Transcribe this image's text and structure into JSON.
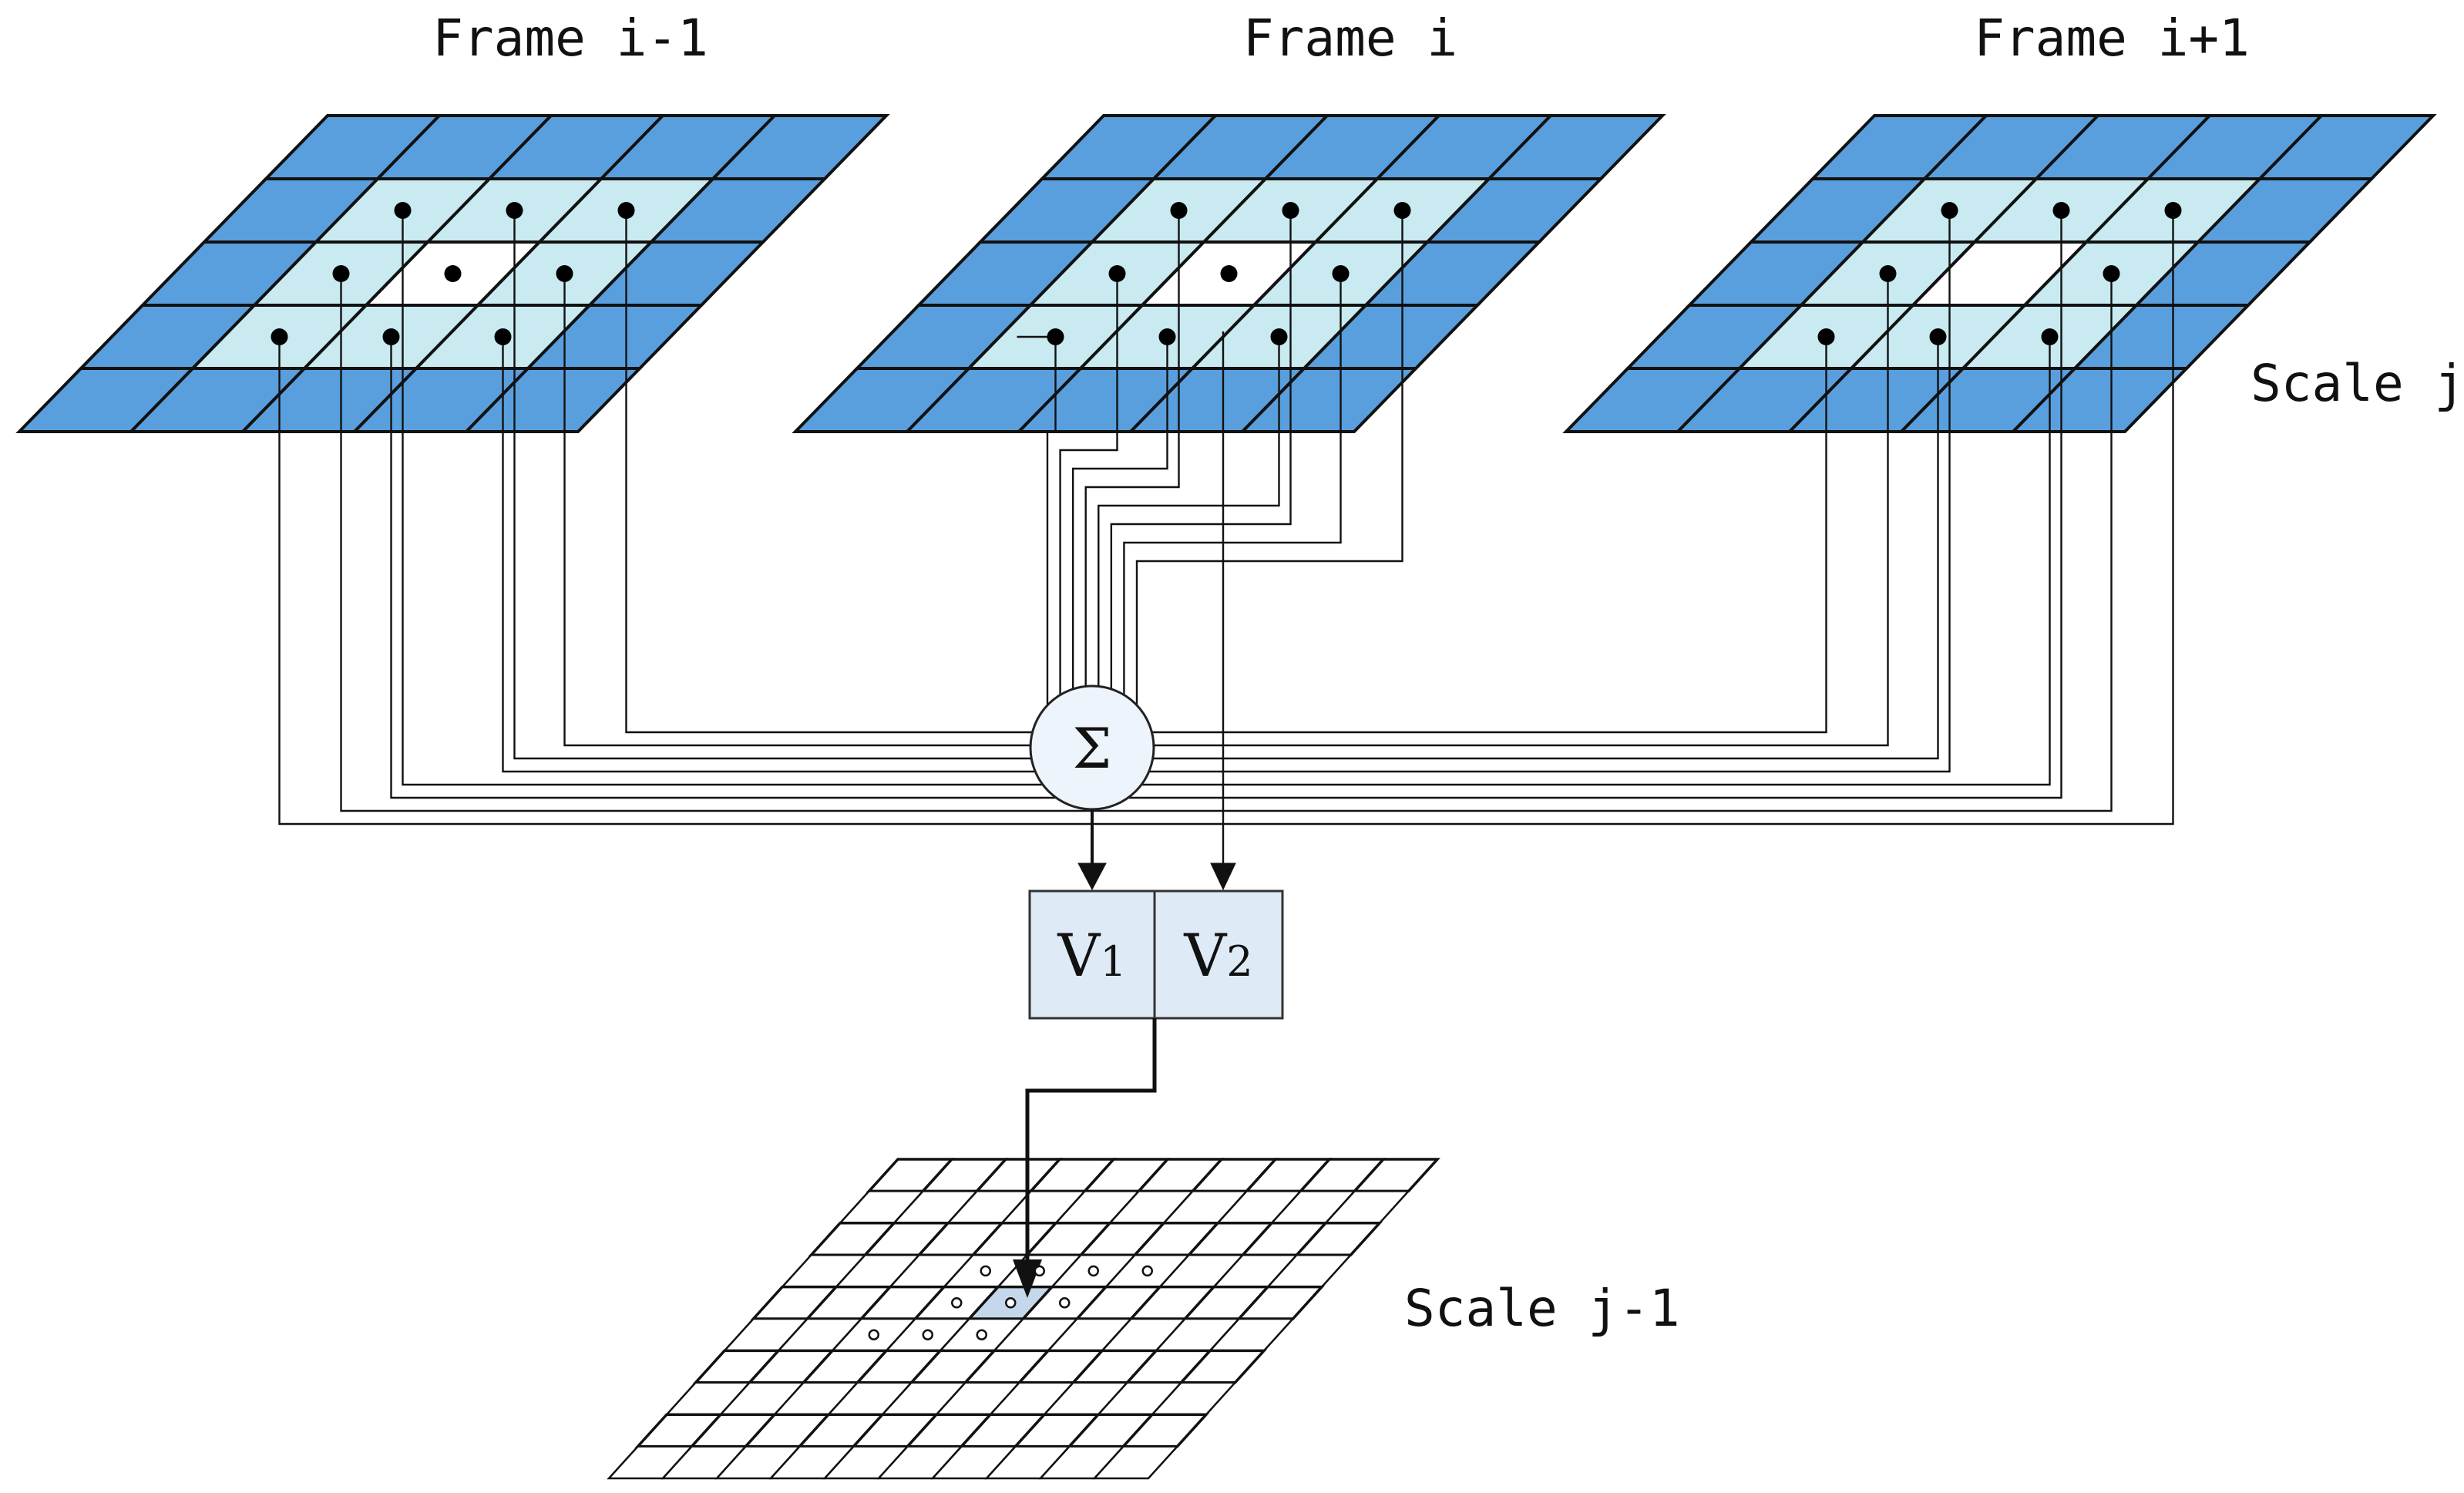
{
  "labels": {
    "frame_prev": "Frame i-1",
    "frame_cur": "Frame i",
    "frame_next": "Frame i+1",
    "scale_j": "Scale j",
    "scale_j1": "Scale j-1"
  },
  "sum_symbol": "Σ",
  "boxes": {
    "v1": {
      "letter": "V",
      "sub": "1"
    },
    "v2": {
      "letter": "V",
      "sub": "2"
    }
  },
  "colors": {
    "outer_cell": "#5a9fdd",
    "inner_cell": "#c8eaf0",
    "center_cell": "#ffffff",
    "box_fill": "#deebf7",
    "sum_fill": "#eef4fb",
    "target_cell": "#c5d7ea"
  },
  "icons": {
    "connector_dot": "filled-circle",
    "fine_dot": "hollow-circle"
  }
}
